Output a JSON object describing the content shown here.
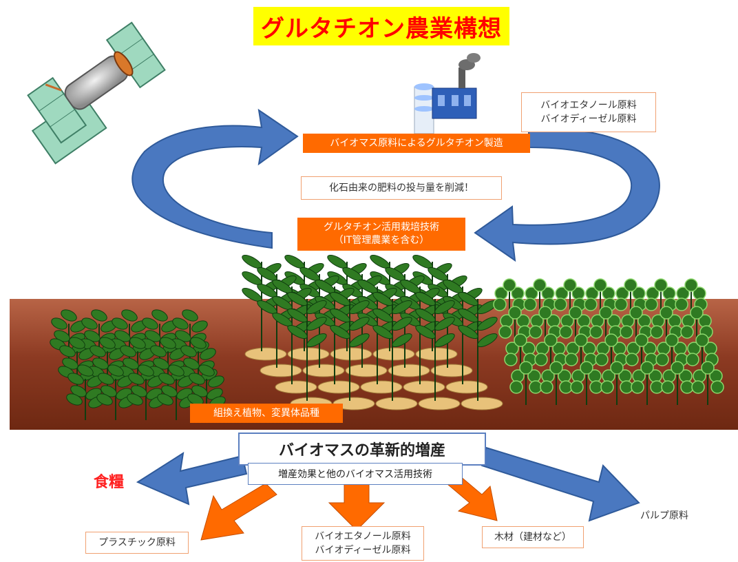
{
  "title": "グルタチオン農業構想",
  "top_label": "バイオマス原料によるグルタチオン製造",
  "fuel_inputs": [
    "バイオエタノール原料",
    "バイオディーゼル原料"
  ],
  "fertilizer_note": "化石由来の肥料の投与量を削減！",
  "cultivation_label": [
    "グルタチオン活用栽培技術",
    "（IT管理農業を含む）"
  ],
  "crop_label": "組換え植物、変異体品種",
  "center_title": "バイオマスの革新的増産",
  "center_subtitle": "増産効果と他のバイオマス活用技術",
  "outputs": {
    "food": "食糧",
    "plastic": "プラスチック原料",
    "fuel": [
      "バイオエタノール原料",
      "バイオディーゼル原料"
    ],
    "wood": "木材（建材など）",
    "pulp": "パルプ原料"
  },
  "colors": {
    "title_bg": "#ffff00",
    "title_text": "#ff0000",
    "orange": "#ff6a00",
    "blue_arrow": "#4a78c0",
    "soil": "#8c3a22",
    "plant_dark": "#0f3d0f",
    "plant": "#2f7a22",
    "tuber": "#e8c27a"
  },
  "icons": [
    "satellite-icon",
    "factory-icon"
  ]
}
